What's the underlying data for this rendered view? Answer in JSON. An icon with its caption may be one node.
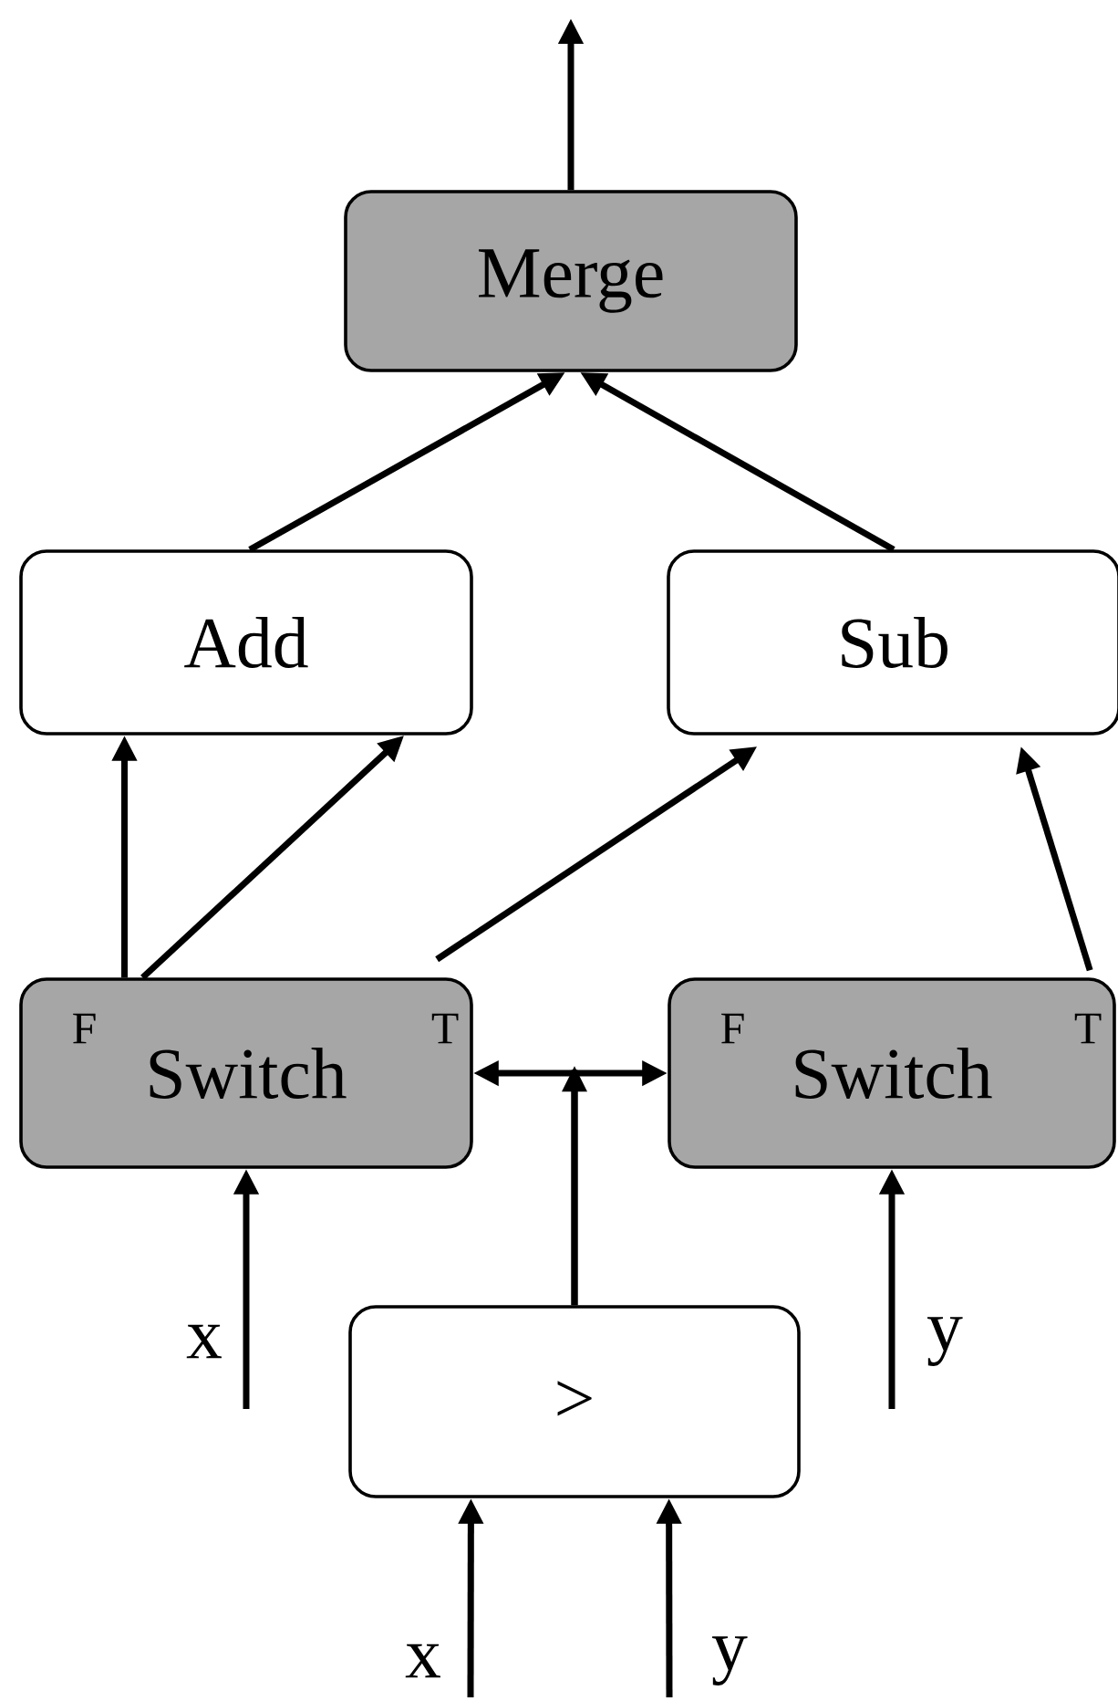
{
  "diagram": {
    "nodes": [
      {
        "text": [
          "Merge"
        ]
      },
      {
        "text": [
          "Add"
        ]
      },
      {
        "text": [
          "Sub"
        ]
      },
      {
        "text": [
          "F",
          "Switch",
          "T"
        ]
      },
      {
        "text": [
          "F",
          "Switch",
          "T"
        ]
      },
      {
        "text": [
          ">"
        ]
      }
    ],
    "edges": [
      {
        "from": 0,
        "to": null,
        "arrow": "to"
      },
      {
        "from": 1,
        "to": 0,
        "arrow": "to"
      },
      {
        "from": 2,
        "to": 0,
        "arrow": "to"
      },
      {
        "from": 3,
        "to": 1,
        "arrow": "to"
      },
      {
        "from": 3,
        "to": 1,
        "arrow": "to"
      },
      {
        "from": 3,
        "to": 2,
        "arrow": "to"
      },
      {
        "from": 4,
        "to": 2,
        "arrow": "to"
      },
      {
        "from": 5,
        "to": 3,
        "arrow": "to"
      },
      {
        "from": 5,
        "to": 4,
        "arrow": "to"
      },
      {
        "from": null,
        "to": 3,
        "arrow": "to",
        "label": "x"
      },
      {
        "from": null,
        "to": 4,
        "arrow": "to",
        "label": "y"
      },
      {
        "from": null,
        "to": 5,
        "arrow": "to",
        "label": "x"
      },
      {
        "from": null,
        "to": 5,
        "arrow": "to",
        "label": "y"
      }
    ]
  }
}
